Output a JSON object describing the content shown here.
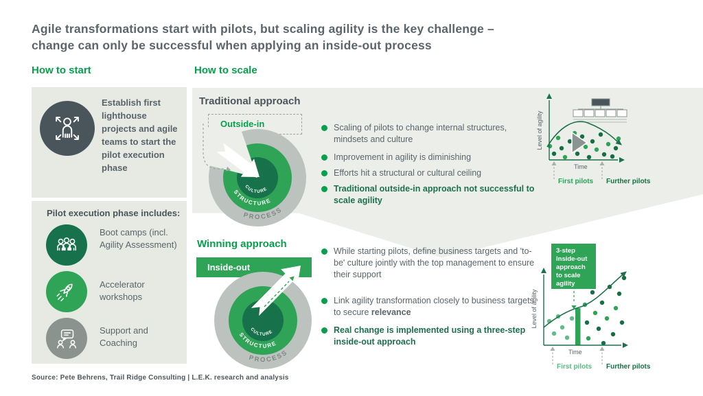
{
  "title": {
    "line1": "Agile transformations start with pilots, but scaling agility is the key challenge –",
    "line2": "change can only be successful when applying an inside-out process"
  },
  "headings": {
    "start": "How to start",
    "scale": "How to scale"
  },
  "start_column": {
    "establish_text": "Establish first lighthouse projects and agile teams to start the pilot execution phase",
    "pilot_phase_heading": "Pilot execution phase includes:",
    "pilot_items": [
      {
        "icon": "people-group-icon",
        "label": "Boot camps (incl. Agility Assessment)",
        "circle_color": "#17714a"
      },
      {
        "icon": "rocket-icon",
        "label": "Accelerator workshops",
        "circle_color": "#2fa457"
      },
      {
        "icon": "support-chat-icon",
        "label": "Support and Coaching",
        "circle_color": "#8b938f"
      }
    ]
  },
  "rings": {
    "inner": "CULTURE",
    "middle": "STRUCTURE",
    "outer": "PROCESS"
  },
  "traditional": {
    "heading": "Traditional approach",
    "tag": "Outside-in",
    "bullets": [
      "Scaling of pilots to change internal structures, mindsets and culture",
      "Improvement in agility is diminishing",
      "Efforts hit a structural or cultural ceiling",
      "Traditional outside-in approach not successful to scale agility"
    ]
  },
  "winning": {
    "heading": "Winning approach",
    "tag": "Inside-out",
    "bullet_1": "While starting pilots, define business targets and 'to-be' culture jointly with the top management to ensure their support",
    "bullet_2_prefix": "Link agility transformation closely to business targets to secure ",
    "bullet_2_bold": "relevance",
    "bullet_3": "Real change is implemented using a three-step inside-out approach"
  },
  "charts": {
    "traditional": {
      "type": "conceptual-line-scatter",
      "ylabel": "Level of agility",
      "xlabel": "Time",
      "first_label": "First pilots",
      "further_label": "Further pilots",
      "trend": "rise then decline",
      "dots": [
        [
          21,
          83,
          "m"
        ],
        [
          27,
          94,
          "d"
        ],
        [
          33,
          71,
          "m"
        ],
        [
          38,
          86,
          "d"
        ],
        [
          43,
          99,
          "m"
        ],
        [
          50,
          76,
          "d"
        ],
        [
          57,
          64,
          "m"
        ],
        [
          61,
          94,
          "d"
        ],
        [
          68,
          69,
          "d"
        ],
        [
          73,
          84,
          "m"
        ],
        [
          78,
          99,
          "d"
        ],
        [
          83,
          76,
          "d"
        ],
        [
          89,
          88,
          "m"
        ],
        [
          95,
          66,
          "d"
        ],
        [
          100,
          95,
          "d"
        ],
        [
          106,
          80,
          "m"
        ],
        [
          112,
          98,
          "d"
        ],
        [
          117,
          86,
          "d"
        ],
        [
          121,
          72,
          "m"
        ]
      ]
    },
    "winning": {
      "type": "conceptual-line-scatter",
      "ylabel": "Level of agility",
      "xlabel": "Time",
      "first_label": "First pilots",
      "further_label": "Further pilots",
      "annotation": "3-step Inside-out approach to scale agility",
      "annotation_lines": [
        "3-step",
        "Inside-out",
        "approach",
        "to scale",
        "agility"
      ],
      "trend": "continuous rise after 3-step intervention",
      "dots": [
        [
          30,
          118,
          "l"
        ],
        [
          37,
          136,
          "l"
        ],
        [
          43,
          111,
          "l"
        ],
        [
          49,
          127,
          "l"
        ],
        [
          56,
          142,
          "l"
        ],
        [
          63,
          114,
          "l"
        ],
        [
          82,
          94,
          "m"
        ],
        [
          85,
          120,
          "d"
        ],
        [
          87,
          143,
          "m"
        ],
        [
          93,
          76,
          "d"
        ],
        [
          97,
          106,
          "m"
        ],
        [
          102,
          129,
          "d"
        ],
        [
          107,
          91,
          "d"
        ],
        [
          109,
          150,
          "d"
        ],
        [
          114,
          114,
          "m"
        ],
        [
          118,
          68,
          "d"
        ],
        [
          123,
          137,
          "d"
        ],
        [
          127,
          99,
          "m"
        ],
        [
          132,
          78,
          "d"
        ],
        [
          136,
          120,
          "d"
        ],
        [
          139,
          55,
          "d"
        ]
      ]
    }
  },
  "colors": {
    "green": "#2fa457",
    "green_dark": "#156f42",
    "green_deep": "#17714a",
    "green_light": "#62bb88",
    "heading_green": "#089e4c",
    "slate": "#4a555b",
    "text_gray": "#5a646b",
    "ring_gray": "#bcc3bf",
    "box_bg": "#e6eae3",
    "section_bg": "#ecefe9"
  },
  "footer": {
    "source": "Source: Pete Behrens,  Trail Ridge Consulting  |  L.E.K. research and analysis"
  }
}
